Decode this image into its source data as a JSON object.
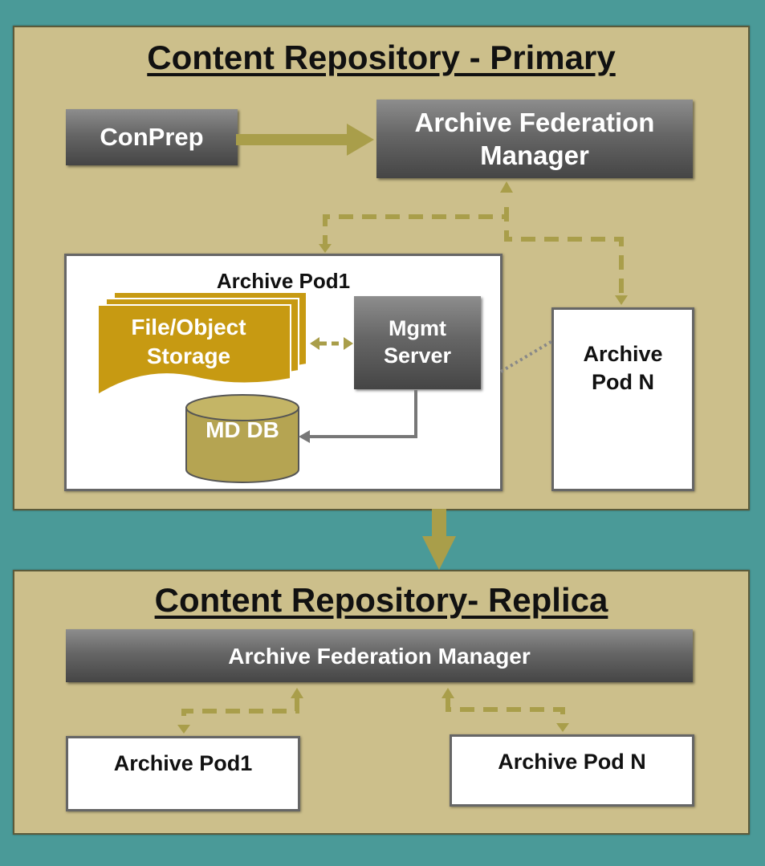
{
  "primary": {
    "title": "Content Repository - Primary",
    "conprep": "ConPrep",
    "afm_line1": "Archive Federation",
    "afm_line2": "Manager",
    "pod1": {
      "title": "Archive Pod1",
      "storage_line1": "File/Object",
      "storage_line2": "Storage",
      "mgmt_line1": "Mgmt",
      "mgmt_line2": "Server",
      "mddb": "MD DB"
    },
    "podn_line1": "Archive",
    "podn_line2": "Pod N"
  },
  "replica": {
    "title": "Content Repository- Replica",
    "afm": "Archive Federation Manager",
    "pod1": "Archive Pod1",
    "podn": "Archive Pod N"
  },
  "colors": {
    "background": "#4a9a98",
    "panel": "#ccbf8b",
    "storage": "#c79a12",
    "arrow": "#a99e4a",
    "db": "#b5a452"
  }
}
